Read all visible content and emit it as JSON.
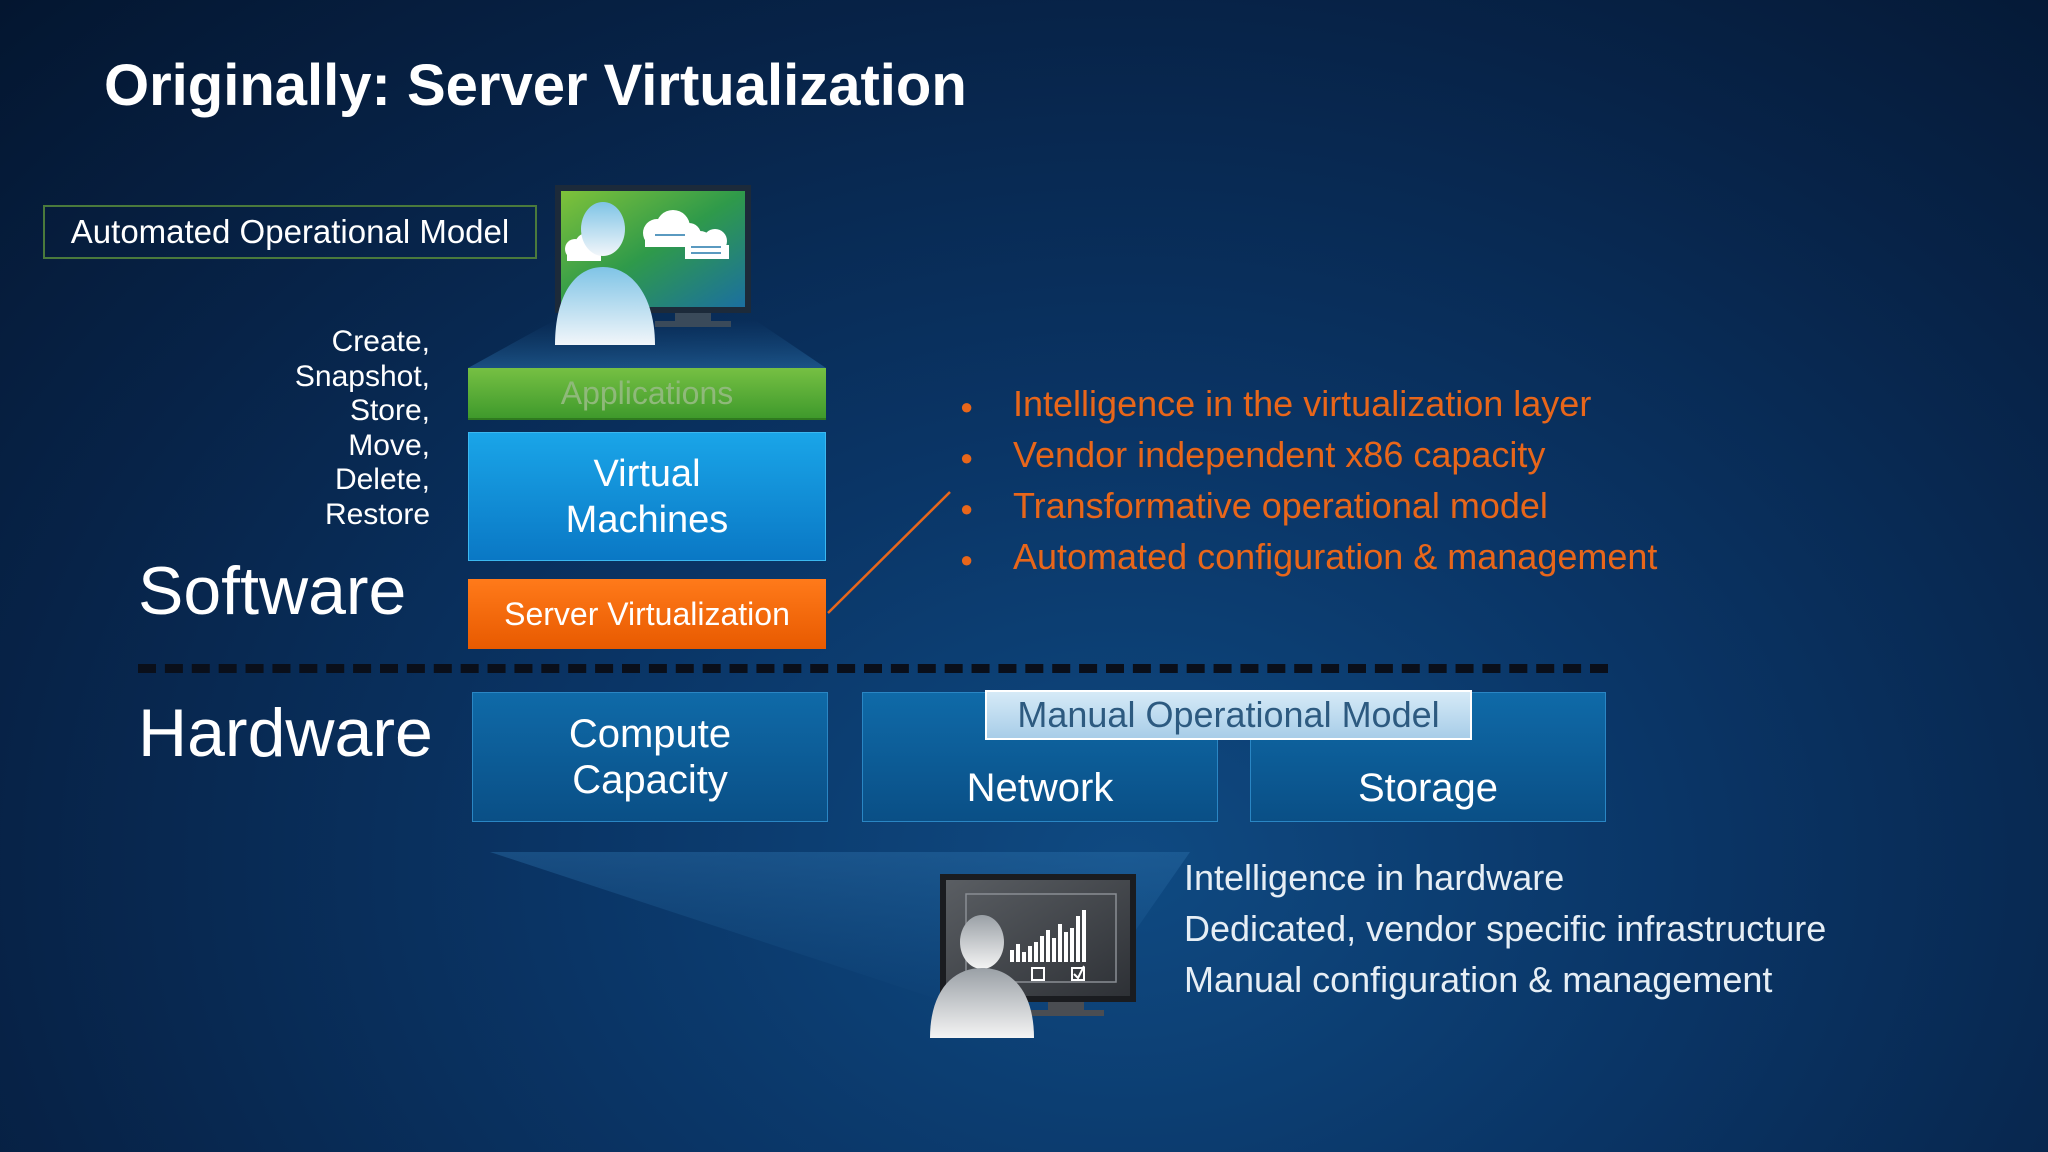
{
  "slide": {
    "title": "Originally: Server Virtualization"
  },
  "software_stack": {
    "automated_model_label": "Automated Operational Model",
    "operations": [
      "Create,",
      "Snapshot,",
      "Store,",
      "Move,",
      "Delete,",
      "Restore"
    ],
    "layer_label": "Software",
    "applications_label": "Applications",
    "virtual_machines": [
      "Virtual",
      "Machines"
    ],
    "server_virtualization_label": "Server Virtualization"
  },
  "virtualization_points": [
    "Intelligence in the virtualization layer",
    "Vendor independent x86 capacity",
    "Transformative operational model",
    "Automated configuration & management"
  ],
  "hardware_stack": {
    "layer_label": "Hardware",
    "compute": [
      "Compute",
      "Capacity"
    ],
    "network_label": "Network",
    "storage_label": "Storage",
    "manual_model_label": "Manual Operational Model"
  },
  "hardware_points": [
    "Intelligence in hardware",
    "Dedicated, vendor specific infrastructure",
    "Manual configuration & management"
  ],
  "colors": {
    "background": "#072348",
    "applications": "#5aad36",
    "virtual_machines": "#1496dc",
    "server_virtualization": "#f26a0c",
    "hardware_boxes": "#0d5e98",
    "bullet_text": "#e8661a",
    "manual_model": "#c3def2"
  }
}
